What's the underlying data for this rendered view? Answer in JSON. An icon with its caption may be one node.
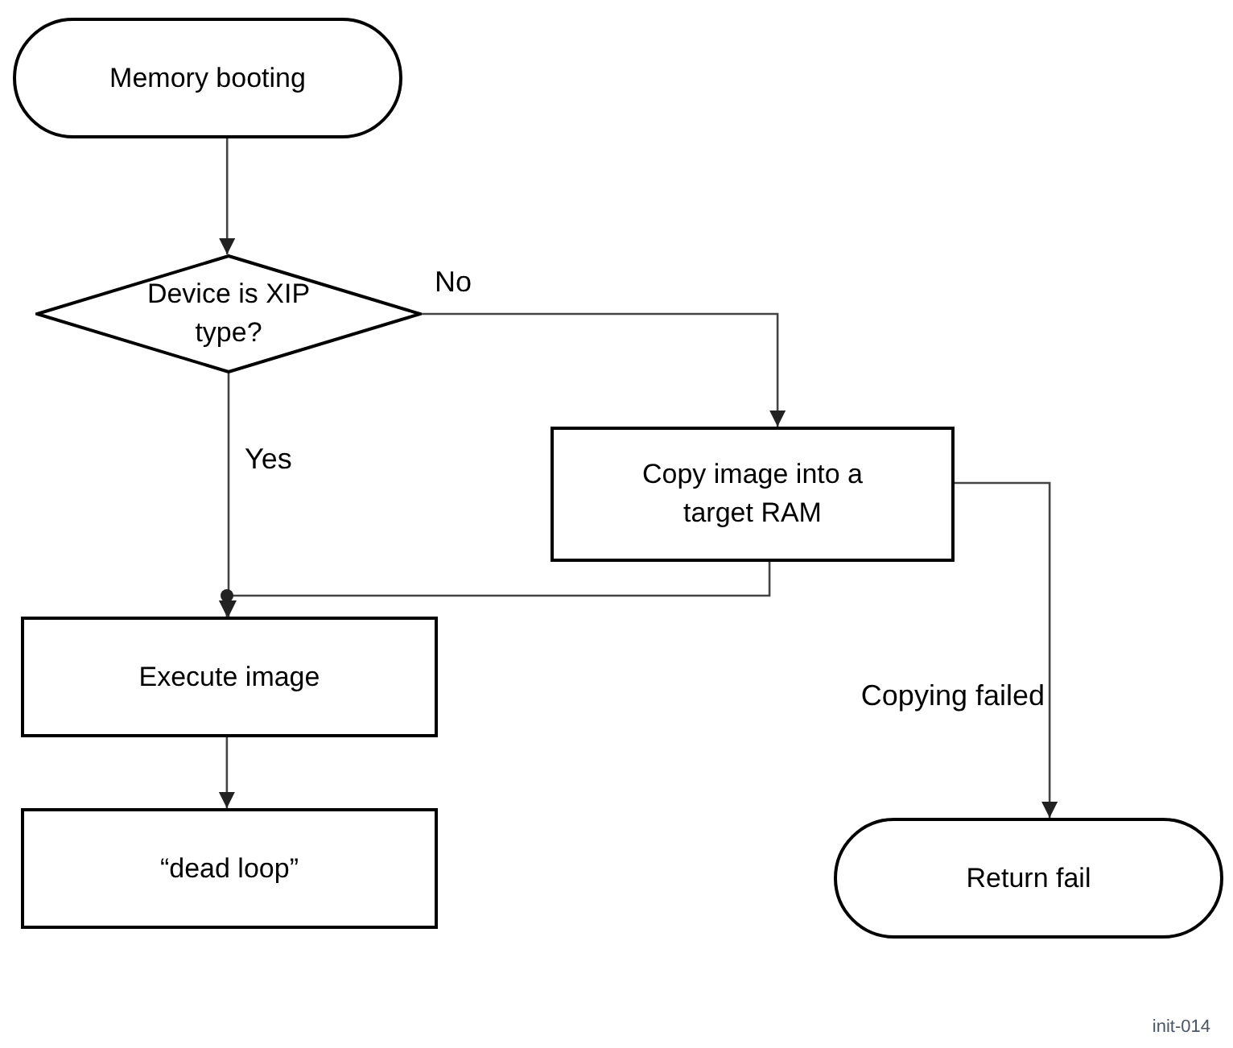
{
  "diagram": {
    "nodes": [
      {
        "text": [
          "Memory booting"
        ]
      },
      {
        "text": [
          "Device is XIP type?"
        ]
      },
      {
        "text": [
          "Copy image into a target RAM"
        ]
      },
      {
        "text": [
          "Execute image"
        ]
      },
      {
        "text": [
          "“dead loop”"
        ]
      },
      {
        "text": [
          "Return fail"
        ]
      }
    ],
    "edges": [
      {
        "from": 0,
        "to": 1,
        "arrow": "to"
      },
      {
        "from": 1,
        "to": 2,
        "arrow": "to",
        "label": "No"
      },
      {
        "from": 1,
        "to": 3,
        "arrow": "to",
        "label": "Yes"
      },
      {
        "from": 2,
        "to": 3,
        "arrow": "to"
      },
      {
        "from": 3,
        "to": 4,
        "arrow": "to"
      },
      {
        "from": 2,
        "to": 5,
        "arrow": "to",
        "label": "Copying failed"
      }
    ],
    "labels": [
      "init-014"
    ]
  }
}
